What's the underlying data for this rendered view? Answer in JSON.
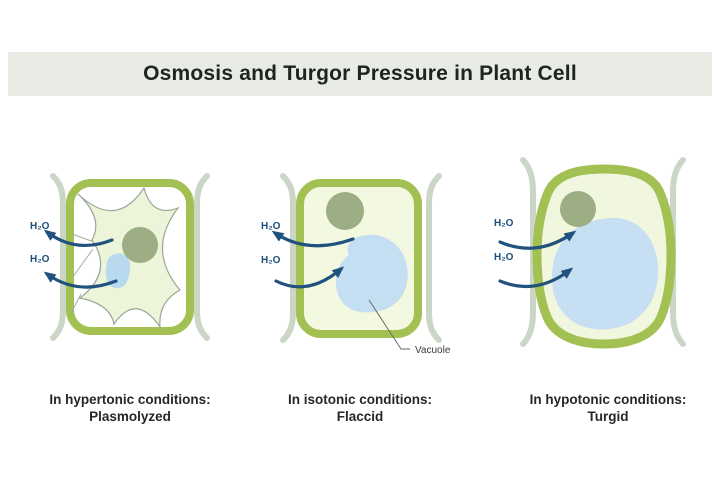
{
  "title": "Osmosis and Turgor Pressure in Plant Cell",
  "panels": [
    {
      "id": "hypertonic",
      "water_labels": [
        "H₂O",
        "H₂O"
      ],
      "water_direction": "out",
      "caption_condition": "In hypertonic conditions:",
      "caption_state": "Plasmolyzed"
    },
    {
      "id": "isotonic",
      "water_labels": [
        "H₂O",
        "H₂O"
      ],
      "water_direction": "out-and-in",
      "vacuole_label": "Vacuole",
      "caption_condition": "In isotonic conditions:",
      "caption_state": "Flaccid"
    },
    {
      "id": "hypotonic",
      "water_labels": [
        "H₂O",
        "H₂O"
      ],
      "water_direction": "in",
      "caption_condition": "In hypotonic conditions:",
      "caption_state": "Turgid"
    }
  ],
  "colors": {
    "banner_bg": "#e9ece4",
    "title_text": "#20241f",
    "cell_wall_green": "#a3c052",
    "cytoplasm_pale_green": "#f3f8e1",
    "plasmolyzed_membrane_fill": "#ecf4d9",
    "nucleus_olive": "#9dad84",
    "vacuole_blue": "#c5dff2",
    "neighbor_wall_gray": "#ccd6c7",
    "water_arrow_navy": "#21527e",
    "water_label_navy": "#1c4e7c",
    "caption_text": "#272727"
  }
}
